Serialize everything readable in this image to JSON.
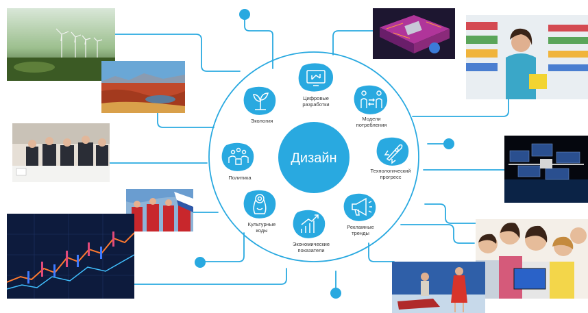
{
  "center": {
    "label": "Дизайн"
  },
  "nodes": [
    {
      "lines": [
        "Цифровые",
        "разработки"
      ],
      "icon": "monitor-network-icon"
    },
    {
      "lines": [
        "Модели",
        "потребления"
      ],
      "icon": "people-exchange-icon"
    },
    {
      "lines": [
        "Технологический",
        "прогресс"
      ],
      "icon": "rocket-icon"
    },
    {
      "lines": [
        "Рекламные",
        "тренды"
      ],
      "icon": "megaphone-icon"
    },
    {
      "lines": [
        "Экономические",
        "показатели"
      ],
      "icon": "growth-chart-icon"
    },
    {
      "lines": [
        "Культурные",
        "коды"
      ],
      "icon": "matryoshka-icon"
    },
    {
      "lines": [
        "Политика"
      ],
      "icon": "meeting-icon"
    },
    {
      "lines": [
        "Экология"
      ],
      "icon": "sprout-icon"
    }
  ],
  "photos": [
    "wind-turbines-photo",
    "autumn-landscape-photo",
    "political-meeting-photo",
    "folk-festival-photo",
    "stock-chart-photo",
    "circuit-board-photo",
    "supermarket-shopper-photo",
    "space-station-photo",
    "family-tablet-photo",
    "fashion-models-photo"
  ],
  "colors": {
    "accent": "#29a9e0",
    "line": "#29a9e0",
    "icon": "#ffffff",
    "text": "#333333"
  }
}
